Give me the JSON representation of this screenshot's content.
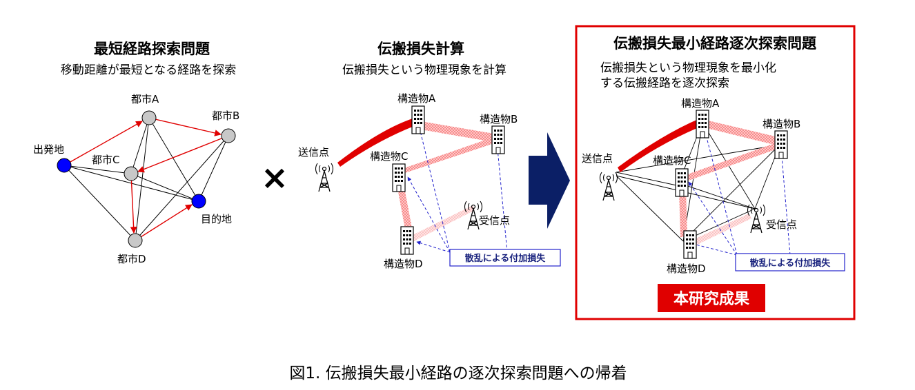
{
  "caption": "図1. 伝搬損失最小経路の逐次探索問題への帰着",
  "left": {
    "title": "最短経路探索問題",
    "subtitle": "移動距離が最短となる経路を探索",
    "nodes": {
      "start": "出発地",
      "a": "都市A",
      "b": "都市B",
      "c": "都市C",
      "d": "都市D",
      "goal": "目的地"
    }
  },
  "times_symbol": "×",
  "middle": {
    "title": "伝搬損失計算",
    "subtitle": "伝搬損失という物理現象を計算",
    "tx": "送信点",
    "rx": "受信点",
    "bldg_a": "構造物A",
    "bldg_b": "構造物B",
    "bldg_c": "構造物C",
    "bldg_d": "構造物D",
    "note": "散乱による付加損失"
  },
  "right": {
    "title": "伝搬損失最小経路逐次探索問題",
    "subtitle_1": "伝搬損失という物理現象を最小化",
    "subtitle_2": "する伝搬経路を逐次探索",
    "tx": "送信点",
    "rx": "受信点",
    "bldg_a": "構造物A",
    "bldg_b": "構造物B",
    "bldg_c": "構造物C",
    "bldg_d": "構造物D",
    "note": "散乱による付加損失",
    "badge": "本研究成果"
  },
  "colors": {
    "path_red": "#e00000",
    "node_blue": "#0000ff",
    "node_gray": "#c8c8c8",
    "arrow_navy": "#0b1f66",
    "frame_red": "#e00000",
    "dashed_blue": "#2222cc"
  }
}
